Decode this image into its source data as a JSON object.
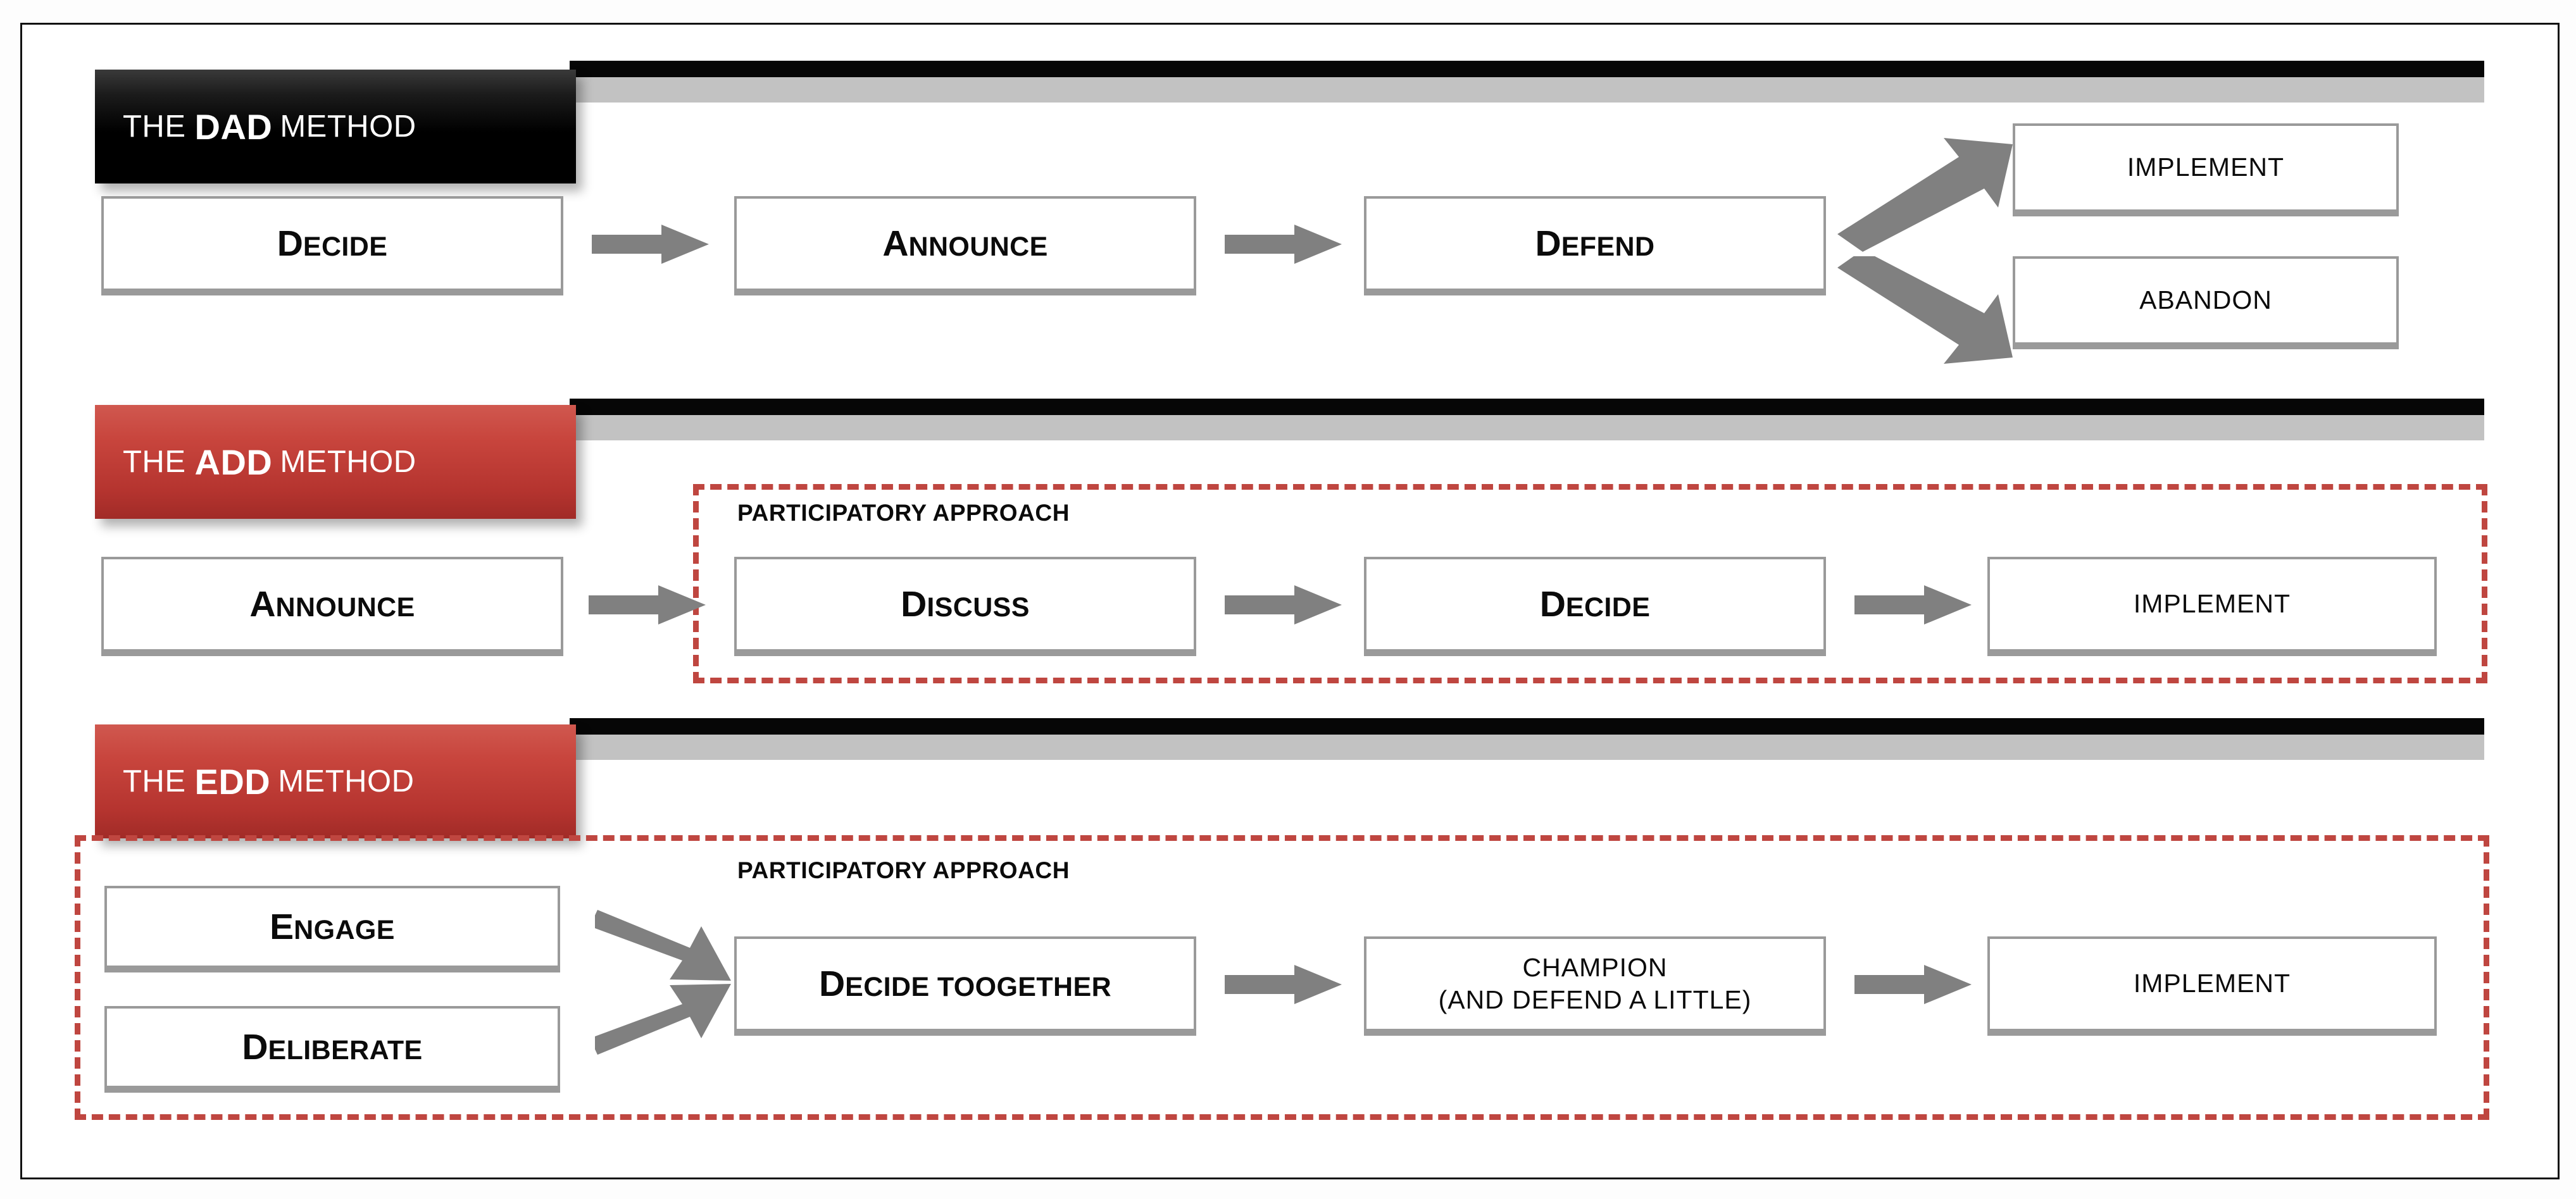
{
  "diagram": {
    "title_visible": false,
    "colors": {
      "accent_red": "#bf4640",
      "plate_red": "#c8453d",
      "plate_dark": "#000000",
      "box_border": "#9a9a9a",
      "arrow_gray": "#808080",
      "rail_black": "#060606",
      "rail_gray": "#c2c2c2"
    },
    "participatory_label": "PARTICIPATORY APPROACH",
    "sections": [
      {
        "id": "dad",
        "plate": {
          "prefix": "THE",
          "acronym": "DAD",
          "suffix": "METHOD",
          "style": "dark"
        },
        "steps": [
          {
            "cap": "D",
            "rest": "ECIDE",
            "style": "smallcaps"
          },
          {
            "cap": "A",
            "rest": "NNOUNCE",
            "style": "smallcaps"
          },
          {
            "cap": "D",
            "rest": "EFEND",
            "style": "smallcaps"
          }
        ],
        "branches": [
          {
            "label": "IMPLEMENT",
            "style": "plain"
          },
          {
            "label": "ABANDON",
            "style": "plain"
          }
        ],
        "participatory": false
      },
      {
        "id": "add",
        "plate": {
          "prefix": "THE",
          "acronym": "ADD",
          "suffix": "METHOD",
          "style": "red"
        },
        "steps": [
          {
            "cap": "A",
            "rest": "NNOUNCE",
            "style": "smallcaps"
          },
          {
            "cap": "D",
            "rest": "ISCUSS",
            "style": "smallcaps"
          },
          {
            "cap": "D",
            "rest": "ECIDE",
            "style": "smallcaps"
          },
          {
            "label": "IMPLEMENT",
            "style": "plain"
          }
        ],
        "participatory": true
      },
      {
        "id": "edd",
        "plate": {
          "prefix": "THE",
          "acronym": "EDD",
          "suffix": "METHOD",
          "style": "red"
        },
        "inputs": [
          {
            "cap": "E",
            "rest": "NGAGE",
            "style": "smallcaps"
          },
          {
            "cap": "D",
            "rest": "ELIBERATE",
            "style": "smallcaps"
          }
        ],
        "steps": [
          {
            "cap": "D",
            "rest": "ECIDE TOOGETHER",
            "style": "smallcaps"
          },
          {
            "label": "CHAMPION\n(AND DEFEND A LITTLE)",
            "style": "plain"
          },
          {
            "label": "IMPLEMENT",
            "style": "plain"
          }
        ],
        "participatory": true
      }
    ]
  }
}
